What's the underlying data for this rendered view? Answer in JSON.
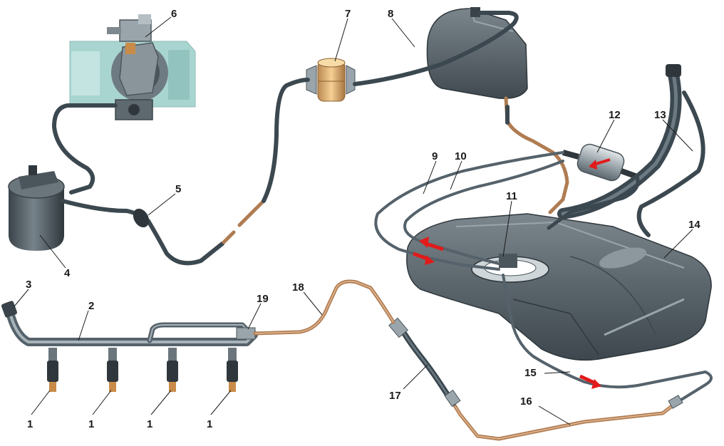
{
  "labels": {
    "l1": "1",
    "l2": "2",
    "l3": "3",
    "l4": "4",
    "l5": "5",
    "l6": "6",
    "l7": "7",
    "l8": "8",
    "l9": "9",
    "l10": "10",
    "l11": "11",
    "l12": "12",
    "l13": "13",
    "l14": "14",
    "l15": "15",
    "l16": "16",
    "l17": "17",
    "l18": "18",
    "l19": "19"
  },
  "colors": {
    "hose": "#3c4850",
    "copper_pipe": "#b07c52",
    "tank": "#5a656b",
    "arrow": "#e21b1b",
    "throttle_body": "#a9d5d0"
  }
}
